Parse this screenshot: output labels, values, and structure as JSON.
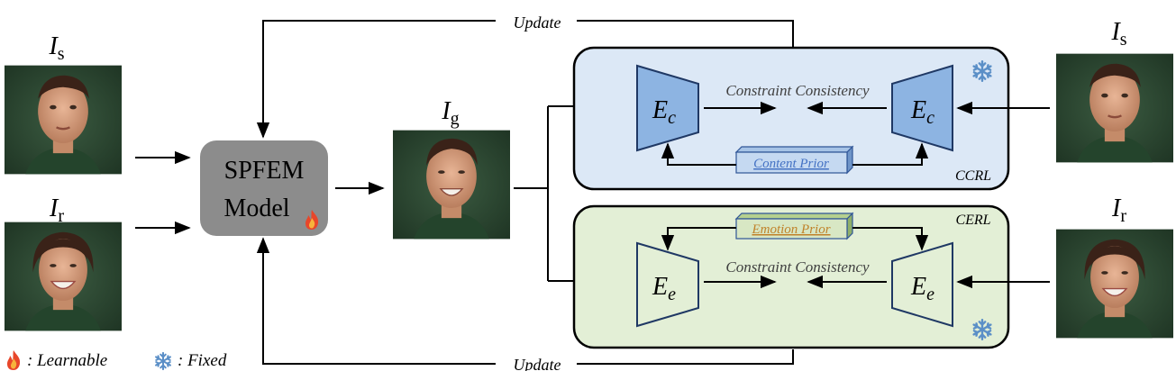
{
  "inputs": {
    "source_label": "I",
    "source_sub": "s",
    "reference_label": "I",
    "reference_sub": "r",
    "generated_label": "I",
    "generated_sub": "g"
  },
  "model": {
    "line1": "SPFEM",
    "line2": "Model"
  },
  "update_top": "Update",
  "update_bottom": "Update",
  "ccrl": {
    "name": "CCRL",
    "encoder": "E",
    "encoder_sub": "c",
    "consistency": "Constraint Consistency",
    "prior": "Content Prior",
    "icon": "snowflake-icon"
  },
  "cerl": {
    "name": "CERL",
    "encoder": "E",
    "encoder_sub": "e",
    "consistency": "Constraint Consistency",
    "prior": "Emotion Prior",
    "icon": "snowflake-icon"
  },
  "legend": {
    "learnable": ": Learnable",
    "fixed": ": Fixed"
  },
  "colors": {
    "ccrl_bg": "#dce8f6",
    "cerl_bg": "#e3efd6",
    "encoder_c_fill": "#8db4e2",
    "encoder_e_fill": "#e3efd6",
    "model_fill": "#8c8c8c",
    "content_prior_fill": "#c5d9f1",
    "content_prior_text": "#4472c4",
    "emotion_prior_fill": "#d8e7c4",
    "emotion_prior_text": "#c0822a",
    "face_background": "#2e4a33"
  }
}
